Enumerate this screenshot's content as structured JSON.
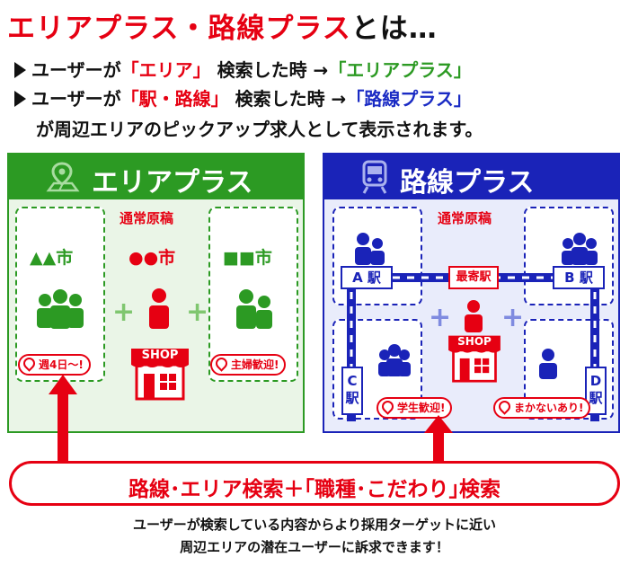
{
  "title": {
    "main": "エリアプラス・路線プラス",
    "suffix": "とは…"
  },
  "lines": {
    "l1_pre": "ユーザーが",
    "l1_key": "「エリア」",
    "l1_mid": "検索した時 →",
    "l1_res": "「エリアプラス」",
    "l2_pre": "ユーザーが",
    "l2_key": "「駅・路線」",
    "l2_mid": "検索した時 →",
    "l2_res": "「路線プラス」",
    "l3": "が周辺エリアのピックアップ求人として表示されます。"
  },
  "area_panel": {
    "heading": "エリアプラス",
    "center_label": "通常原稿",
    "city_left": "▲▲市",
    "city_center": "●●市",
    "city_right": "■■市",
    "shop": "SHOP",
    "bubble_left": "週4日〜!",
    "bubble_right": "主婦歓迎!",
    "plus": "+"
  },
  "route_panel": {
    "heading": "路線プラス",
    "center_label": "通常原稿",
    "station_a": "A 駅",
    "station_b": "B 駅",
    "station_nearest": "最寄駅",
    "station_c1": "C",
    "station_c2": "駅",
    "station_d1": "D",
    "station_d2": "駅",
    "shop": "SHOP",
    "bubble_left": "学生歓迎!",
    "bubble_right": "まかないあり!",
    "plus": "+"
  },
  "search_bar": {
    "text": "路線･エリア検索＋｢職種･こだわり｣検索"
  },
  "footer": {
    "line1": "ユーザーが検索している内容からより採用ターゲットに近い",
    "line2": "周辺エリアの潜在ユーザーに訴求できます！"
  },
  "colors": {
    "red": "#e60012",
    "green": "#2c9a23",
    "blue": "#1a23b8"
  }
}
